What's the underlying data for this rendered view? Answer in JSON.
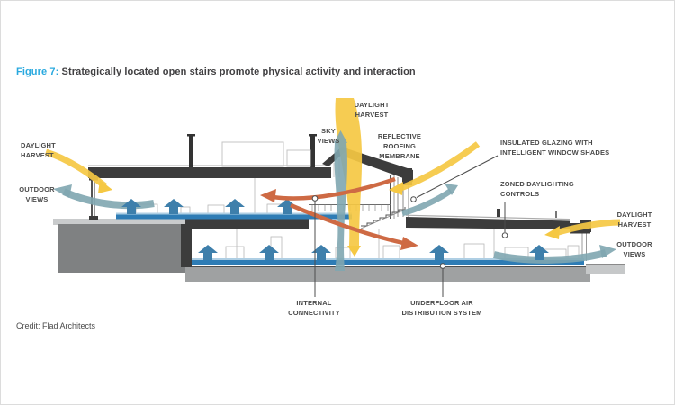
{
  "figure": {
    "label": "Figure 7:",
    "title": " Strategically located open stairs promote physical activity and interaction",
    "credit": "Credit: Flad Architects"
  },
  "annotations": {
    "daylight_harvest_left": "DAYLIGHT\nHARVEST",
    "outdoor_views_left": "OUTDOOR\nVIEWS",
    "daylight_harvest_top": "DAYLIGHT\nHARVEST",
    "sky_views": "SKY\nVIEWS",
    "reflective_roofing": "REFLECTIVE\nROOFING\nMEMBRANE",
    "insulated_glazing": "INSULATED GLAZING WITH\nINTELLIGENT WINDOW SHADES",
    "zoned_daylighting": "ZONED DAYLIGHTING\nCONTROLS",
    "daylight_harvest_right": "DAYLIGHT\nHARVEST",
    "outdoor_views_right": "OUTDOOR\nVIEWS",
    "internal_connectivity": "INTERNAL\nCONNECTIVITY",
    "underfloor_air": "UNDERFLOOR AIR\nDISTRIBUTION SYSTEM"
  },
  "colors": {
    "figure_label_blue": "#29a9df",
    "title_gray": "#414042",
    "daylight_yellow": "#F5C843",
    "views_teal": "#7FA6B0",
    "underfloor_air_blue": "#3E7FAB",
    "floor_plenum_blue": "#2E7CB5",
    "connectivity_orange": "#CE6A44",
    "structure_dark": "#3C3C3C",
    "ground_gray": "#7F8182"
  }
}
